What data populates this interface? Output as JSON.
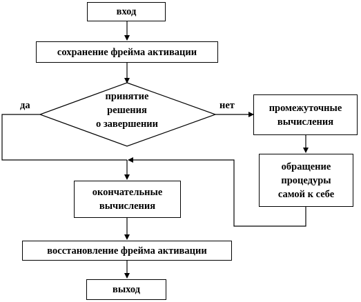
{
  "nodes": {
    "enter": "вход",
    "save_frame": "сохранение фрейма активации",
    "decision": [
      "принятие",
      "решения",
      "о завершении"
    ],
    "intermediate": [
      "промежуточные",
      "вычисления"
    ],
    "recursive_call": [
      "обращение",
      "процедуры",
      "самой к себе"
    ],
    "final_calc": [
      "окончательные",
      "вычисления"
    ],
    "restore_frame": "восстановление фрейма активации",
    "exit": "выход"
  },
  "labels": {
    "yes": "да",
    "no": "нет"
  }
}
